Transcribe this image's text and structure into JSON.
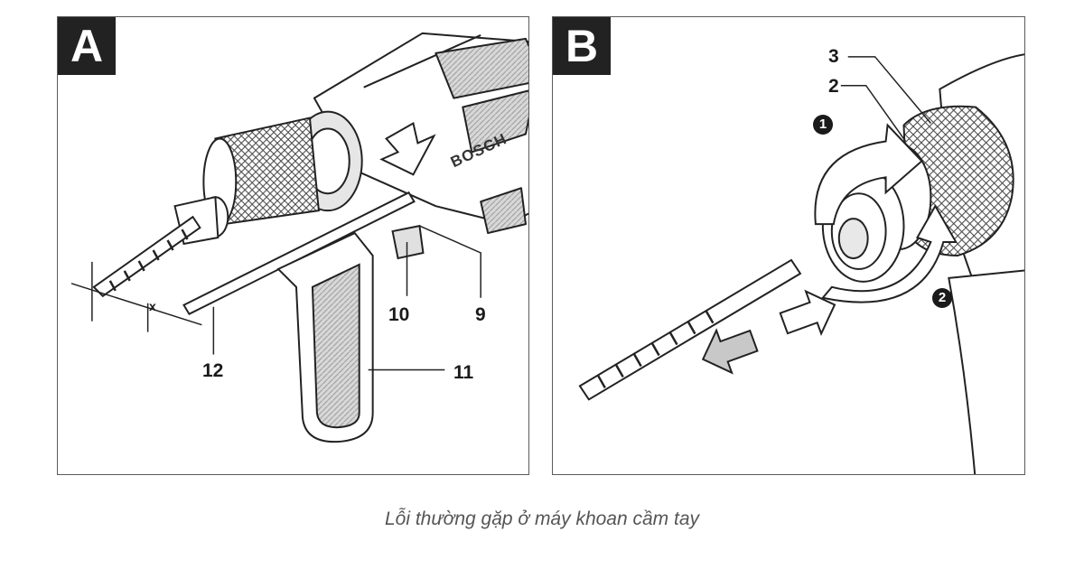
{
  "panel_a": {
    "tag": "A",
    "brand": "BOSCH",
    "dimension_label": "x",
    "callouts": [
      "12",
      "10",
      "9",
      "11"
    ]
  },
  "panel_b": {
    "tag": "B",
    "callouts": [
      "3",
      "2"
    ],
    "steps": [
      "1",
      "2"
    ]
  },
  "caption": "Lỗi thường gặp ở máy khoan cầm tay"
}
